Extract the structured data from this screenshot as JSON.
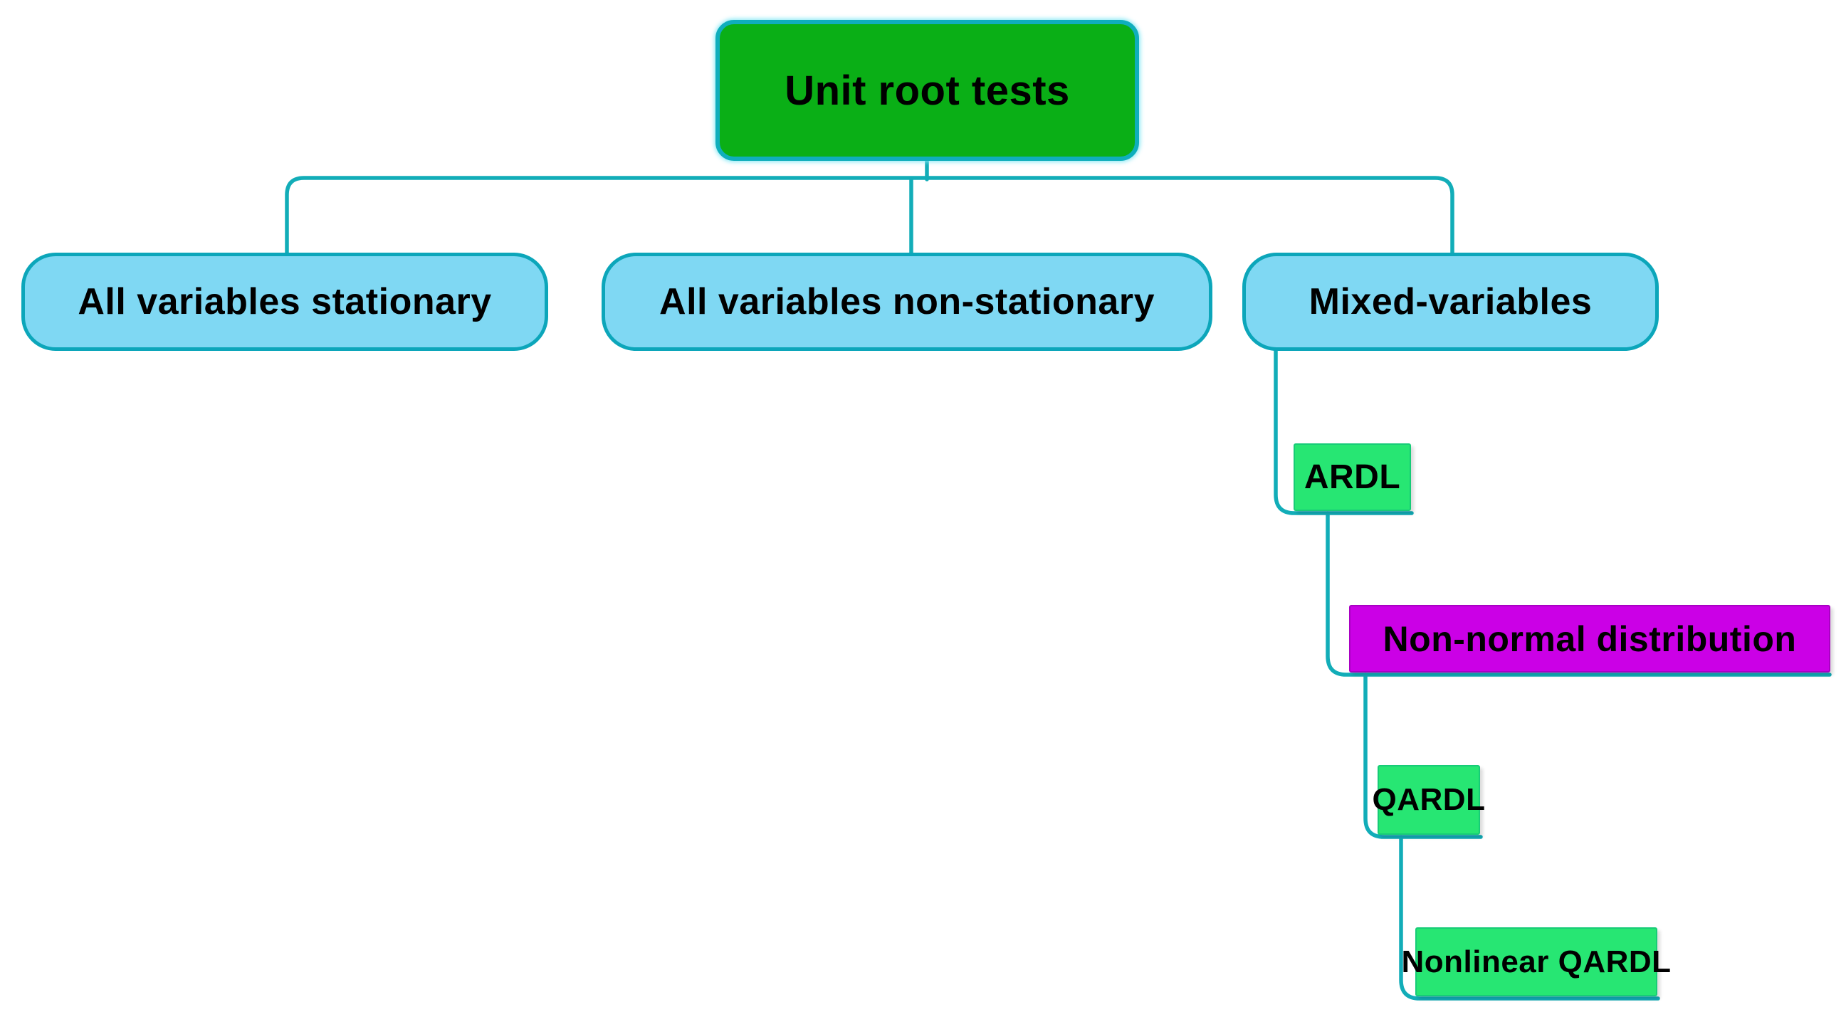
{
  "figure": {
    "title": "Unit root tests decision tree",
    "root": {
      "label": "Unit root tests"
    },
    "branches": [
      {
        "label": "All variables stationary"
      },
      {
        "label": "All variables non-stationary"
      },
      {
        "label": "Mixed-variables"
      }
    ],
    "mixed_variables_chain": [
      {
        "label": "ARDL",
        "style": "green"
      },
      {
        "label": "Non-normal distribution",
        "style": "magenta"
      },
      {
        "label": "QARDL",
        "style": "green"
      },
      {
        "label": "Nonlinear QARDL",
        "style": "green"
      }
    ],
    "colors": {
      "line": "#12ADB8",
      "root_fill": "#0AAF16",
      "root_border": "#0FAEBC",
      "pill_fill": "#7FD8F3",
      "pill_border": "#0CA6BA",
      "green_fill": "#27E673",
      "magenta_fill": "#CB00E6",
      "text": "#000000"
    }
  }
}
